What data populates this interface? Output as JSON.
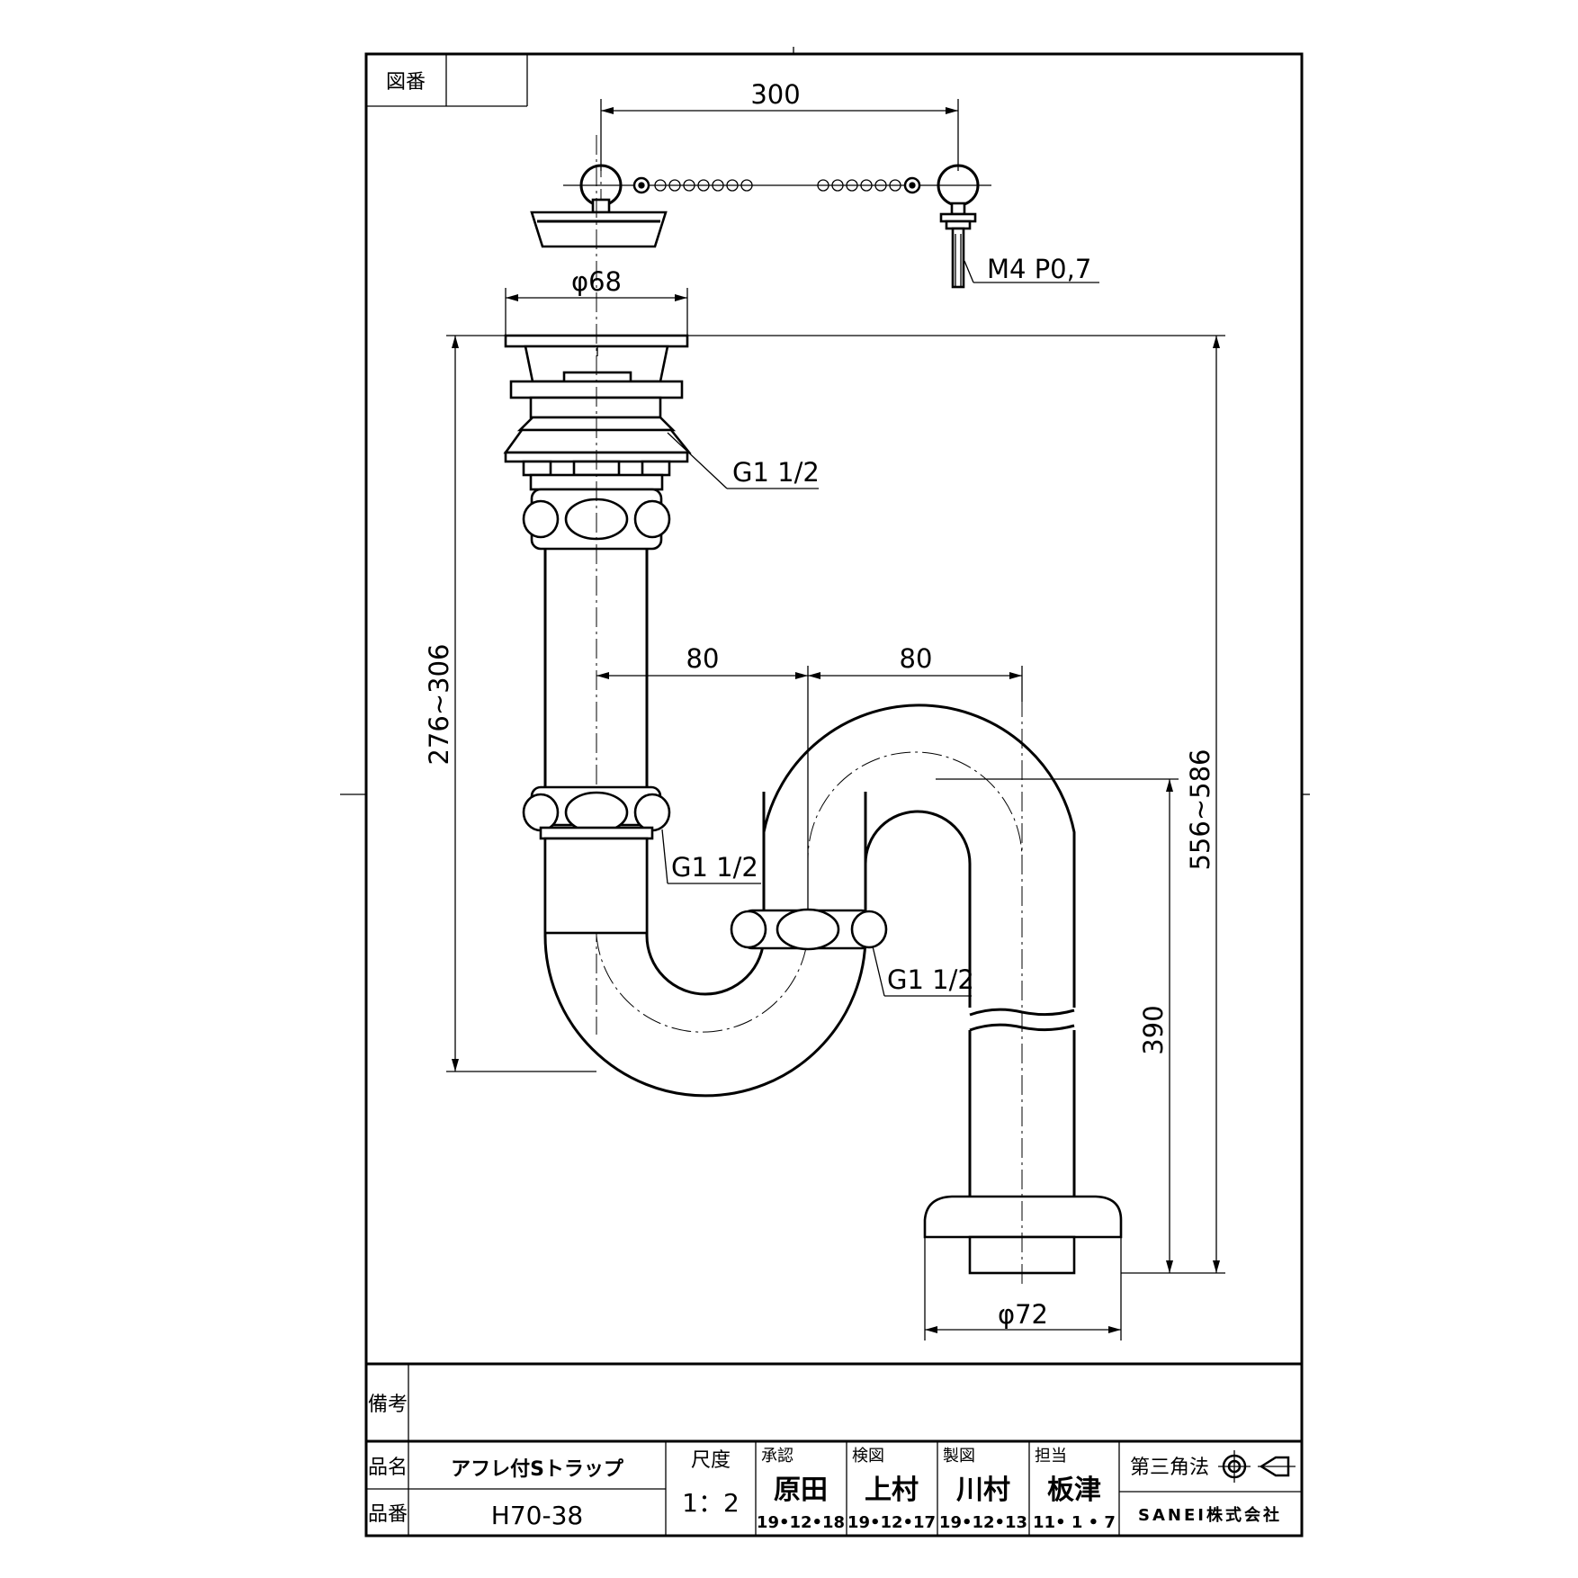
{
  "drawing_number_label": "図番",
  "drawing_number_value": "",
  "dimensions": {
    "chain_length": "300",
    "stopper_thread": "M4 P0,7",
    "flange_diameter": "φ68",
    "upper_thread": "G1 1/2",
    "adjustable_height": "276~306",
    "total_height": "556~586",
    "offset_left": "80",
    "offset_right": "80",
    "middle_thread": "G1 1/2",
    "lower_thread": "G1 1/2",
    "outlet_height": "390",
    "outlet_diameter": "φ72"
  },
  "title_block": {
    "remarks_label": "備考",
    "remarks_value": "",
    "name_label": "品名",
    "name_value": "アフレ付Sトラップ",
    "number_label": "品番",
    "number_value": "H70-38",
    "scale_label": "尺度",
    "scale_value": "1：2",
    "approved_label": "承認",
    "approved_name": "原田",
    "approved_date": "19•12•18",
    "checked_label": "検図",
    "checked_name": "上村",
    "checked_date": "19•12•17",
    "drawn_label": "製図",
    "drawn_name": "川村",
    "drawn_date": "19•12•13",
    "charge_label": "担当",
    "charge_name": "板津",
    "charge_date": "11• 1 • 7",
    "projection_label": "第三角法",
    "company": "SANEI株式会社"
  }
}
